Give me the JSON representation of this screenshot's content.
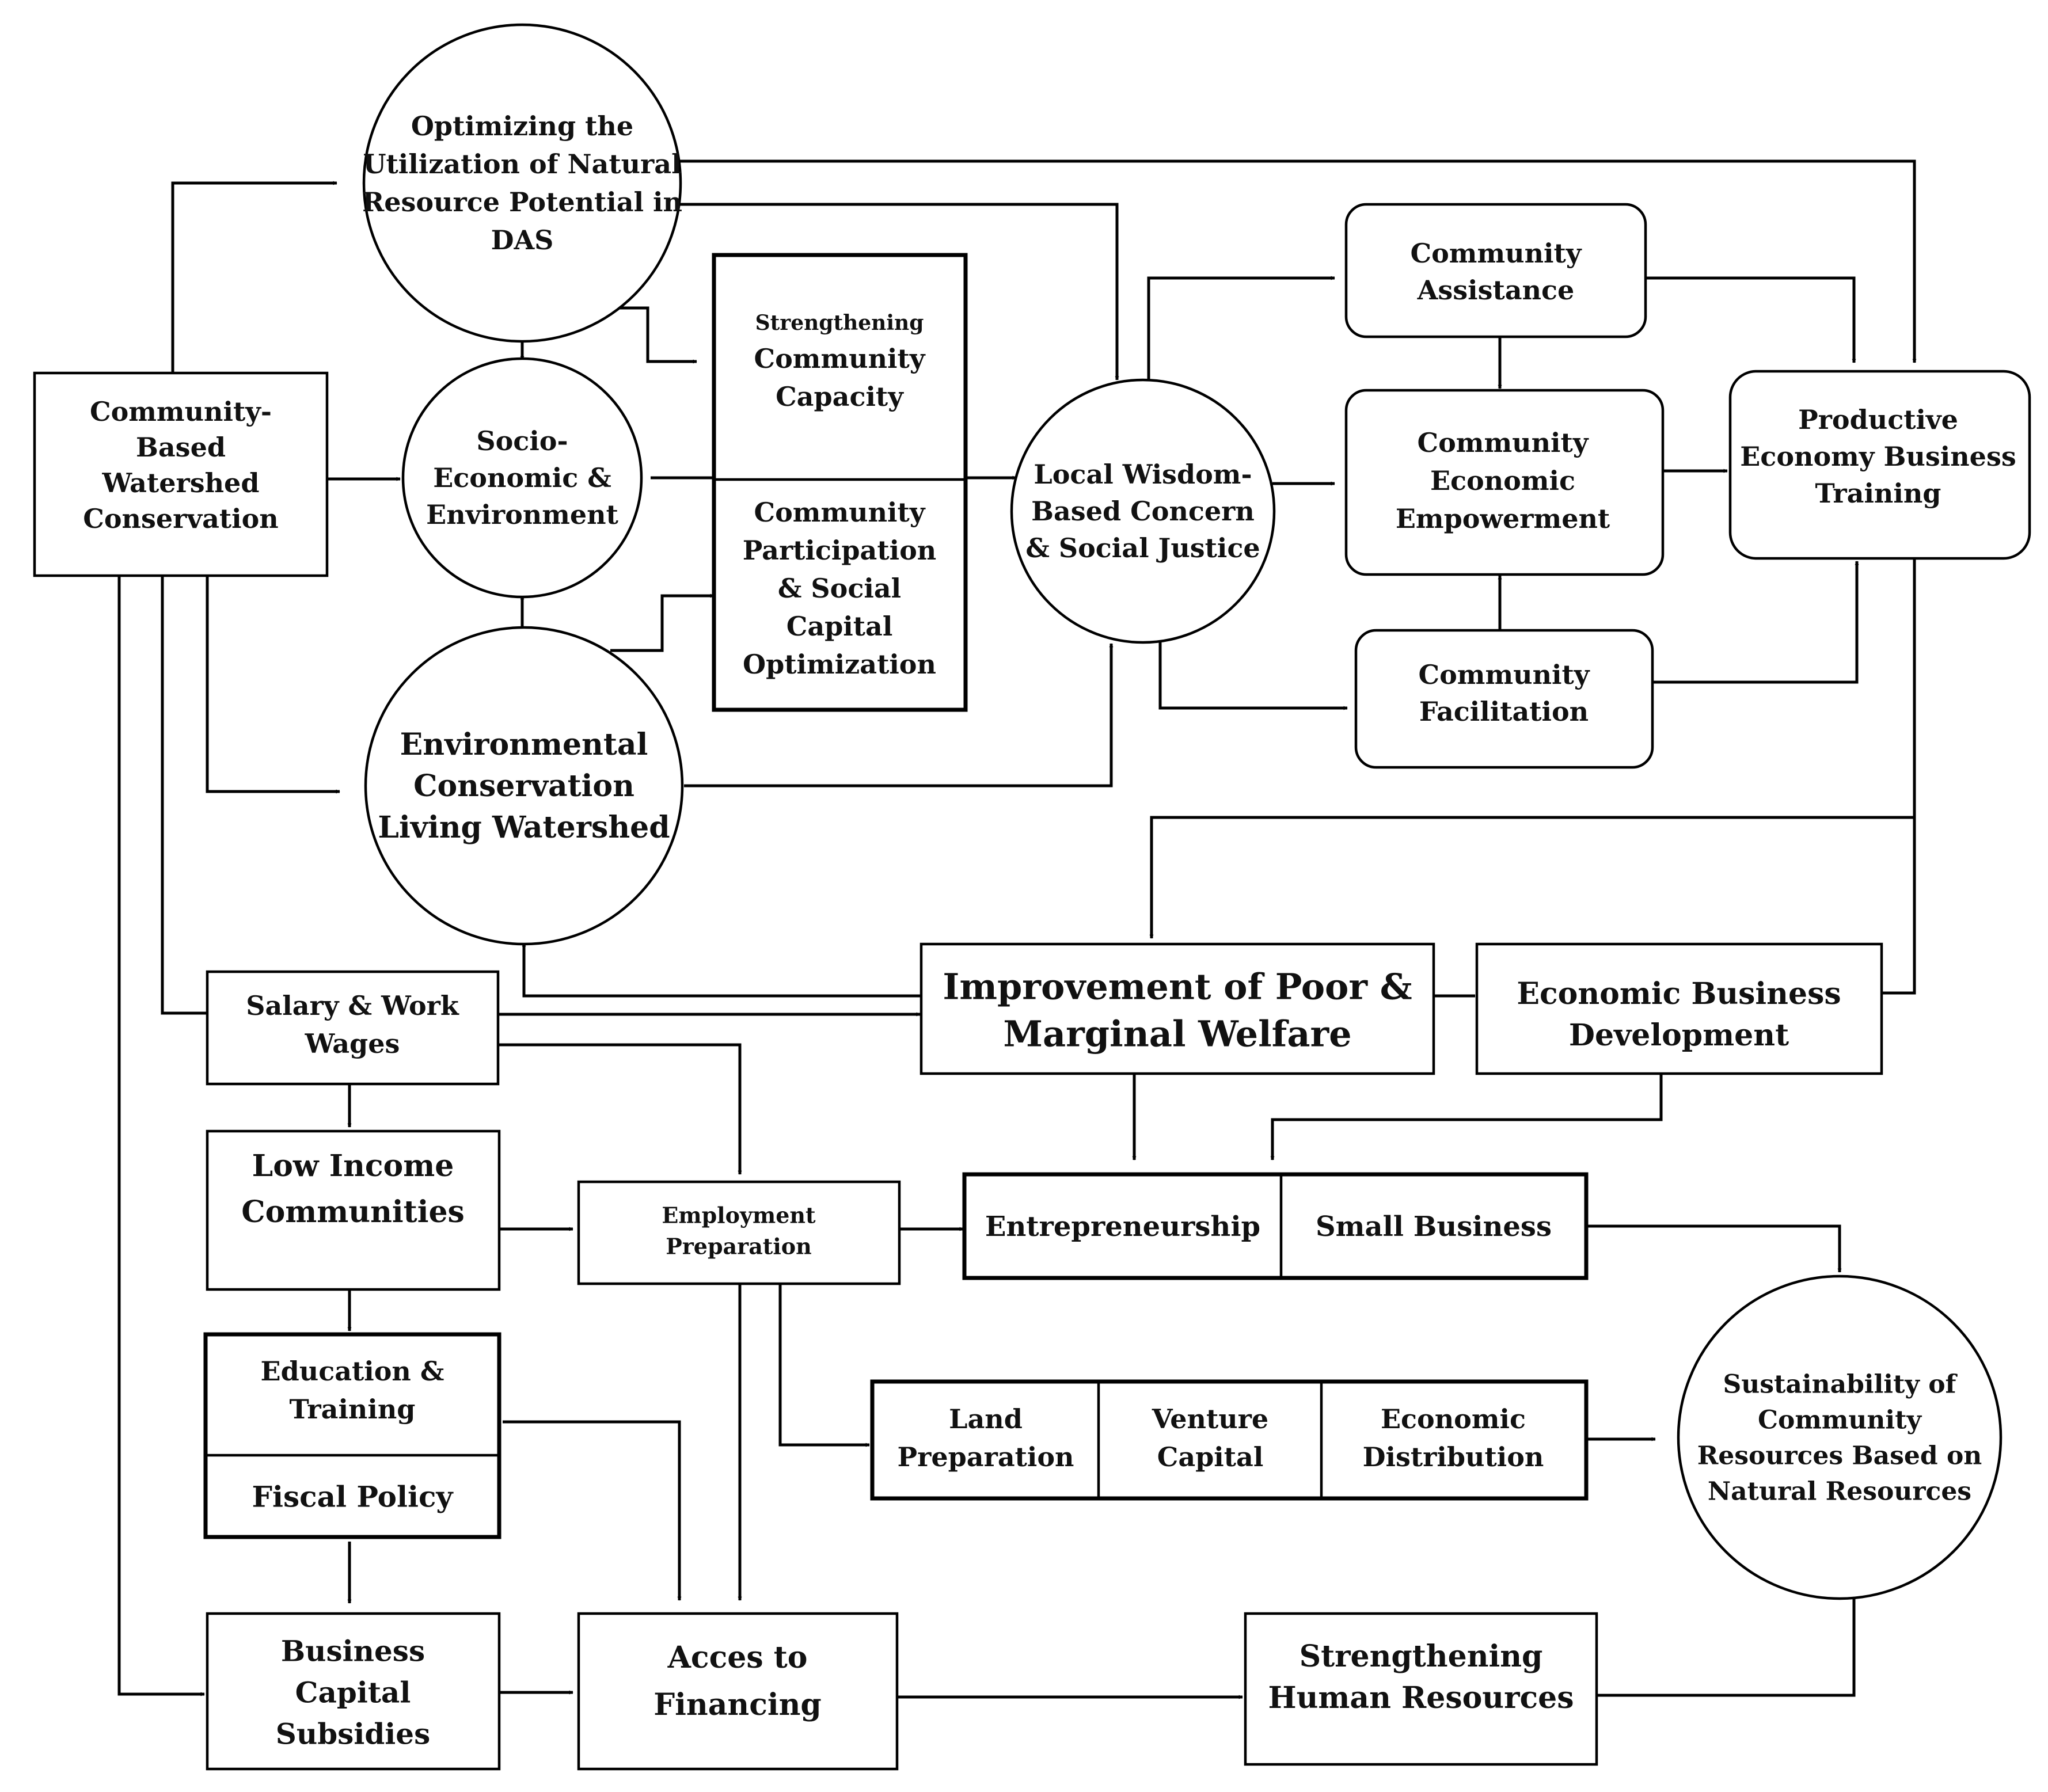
{
  "nodes": {
    "cbwc": {
      "lines": [
        "Community-",
        "Based",
        "Watershed",
        "Conservation"
      ]
    },
    "optimizing": {
      "lines": [
        "Optimizing the",
        "Utilization of Natural",
        "Resource Potential in",
        "DAS"
      ]
    },
    "socio": {
      "lines": [
        "Socio-",
        "Economic &",
        "Environment"
      ]
    },
    "env_cons": {
      "lines": [
        "Environmental",
        "Conservation",
        "Living Watershed"
      ]
    },
    "strengthening_capacity": {
      "lines": [
        "Strengthening",
        "Community",
        "Capacity"
      ]
    },
    "participation": {
      "lines": [
        "Community",
        "Participation",
        "& Social",
        "Capital",
        "Optimization"
      ]
    },
    "local_wisdom": {
      "lines": [
        "Local Wisdom-",
        "Based Concern",
        "& Social Justice"
      ]
    },
    "assistance": {
      "lines": [
        "Community",
        "Assistance"
      ]
    },
    "empowerment": {
      "lines": [
        "Community",
        "Economic",
        "Empowerment"
      ]
    },
    "facilitation": {
      "lines": [
        "Community",
        "Facilitation"
      ]
    },
    "productive": {
      "lines": [
        "Productive",
        "Economy Business",
        "Training"
      ]
    },
    "improvement": {
      "lines": [
        "Improvement of Poor &",
        "Marginal Welfare"
      ]
    },
    "econ_dev": {
      "lines": [
        "Economic Business",
        "Development"
      ]
    },
    "salary": {
      "lines": [
        "Salary & Work",
        "Wages"
      ]
    },
    "low_income": {
      "lines": [
        "Low Income",
        "Communities"
      ]
    },
    "employment": {
      "lines": [
        "Employment",
        "Preparation"
      ]
    },
    "entrepreneurship": {
      "lines": [
        "Entrepreneurship"
      ]
    },
    "small_business": {
      "lines": [
        "Small Business"
      ]
    },
    "education": {
      "lines": [
        "Education &",
        "Training"
      ]
    },
    "fiscal": {
      "lines": [
        "Fiscal Policy"
      ]
    },
    "land": {
      "lines": [
        "Land",
        "Preparation"
      ]
    },
    "venture": {
      "lines": [
        "Venture",
        "Capital"
      ]
    },
    "distribution": {
      "lines": [
        "Economic",
        "Distribution"
      ]
    },
    "sustainability": {
      "lines": [
        "Sustainability of",
        "Community",
        "Resources Based on",
        "Natural Resources"
      ]
    },
    "subsidies": {
      "lines": [
        "Business",
        "Capital",
        "Subsidies"
      ]
    },
    "financing": {
      "lines": [
        "Acces to",
        "Financing"
      ]
    },
    "human": {
      "lines": [
        "Strengthening",
        "Human Resources"
      ]
    }
  },
  "colors": {
    "stroke": "#000000",
    "text": "#111111",
    "background": "#ffffff"
  }
}
